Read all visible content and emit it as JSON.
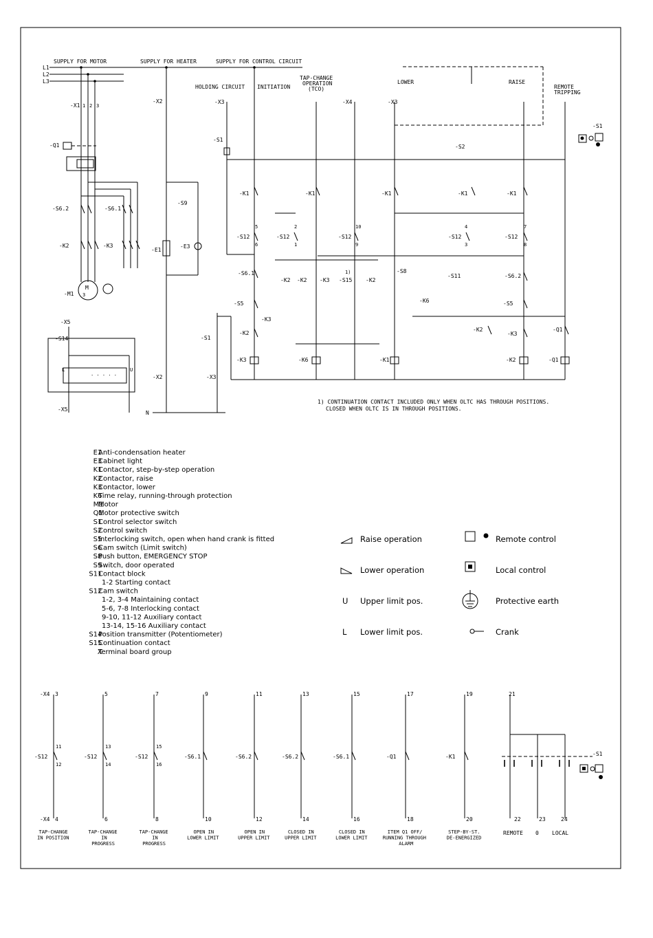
{
  "power": {
    "lines": [
      "L1",
      "L2",
      "L3",
      "N"
    ],
    "supply_motor": "SUPPLY FOR MOTOR",
    "supply_heater": "SUPPLY FOR HEATER",
    "supply_control": "SUPPLY FOR CONTROL CIRCUIT"
  },
  "headings": {
    "holding": "HOLDING CIRCUIT",
    "initiation": "INITIATION",
    "tco1": "TAP-CHANGE",
    "tco2": "OPERATION",
    "tco3": "(TCO)",
    "lower": "LOWER",
    "raise": "RAISE",
    "remote1": "REMOTE",
    "remote2": "TRIPPING"
  },
  "tags": {
    "x1": "-X1",
    "x2": "-X2",
    "x3": "-X3",
    "x4": "-X4",
    "x5": "-X5",
    "q1": "-Q1",
    "s1": "-S1",
    "s2": "-S2",
    "k1": "-K1",
    "k2": "-K2",
    "k3": "-K3",
    "k6": "-K6",
    "s12": "-S12",
    "s61": "-S6.1",
    "s62": "-S6.2",
    "s5": "-S5",
    "s8": "-S8",
    "s9": "-S9",
    "s11": "-S11",
    "s15": "-S15",
    "e1": "-E1",
    "e3": "-E3",
    "m1": "-M1",
    "s14": "-S14",
    "m": "M",
    "three": "3",
    "q1coil": "-Q1"
  },
  "numbers": {
    "n1": "1",
    "n2": "2",
    "n3": "3",
    "n4": "4",
    "n5": "5",
    "n6": "6",
    "n7": "7",
    "n8": "8",
    "n9": "9",
    "n10": "10",
    "n11": "11",
    "n12": "12",
    "n13": "13",
    "n14": "14",
    "n15": "15",
    "n16": "16",
    "n17": "17",
    "n18": "18",
    "n19": "19",
    "n20": "20",
    "n21": "21",
    "n22": "22",
    "n23": "23",
    "n24": "24",
    "upper": "U",
    "lowerl": "L",
    "dots": "· · · · ·",
    "note1": "1)"
  },
  "footnote": [
    "1) CONTINUATION CONTACT INCLUDED ONLY WHEN OLTC HAS THROUGH POSITIONS.",
    "CLOSED WHEN OLTC IS IN THROUGH POSITIONS."
  ],
  "legend": [
    {
      "code": "E1",
      "text": "Anti-condensation heater"
    },
    {
      "code": "E3",
      "text": "Cabinet light"
    },
    {
      "code": "K1",
      "text": "Contactor, step-by-step operation"
    },
    {
      "code": "K2",
      "text": "Contactor, raise"
    },
    {
      "code": "K3",
      "text": "Contactor, lower"
    },
    {
      "code": "K6",
      "text": "Time relay, running-through protection"
    },
    {
      "code": "M1",
      "text": "Motor"
    },
    {
      "code": "Q1",
      "text": "Motor protective switch"
    },
    {
      "code": "S1",
      "text": "Control selector switch"
    },
    {
      "code": "S2",
      "text": "Control switch"
    },
    {
      "code": "S5",
      "text": "Interlocking switch, open when hand crank is fitted"
    },
    {
      "code": "S6",
      "text": "Cam switch (Limit switch)"
    },
    {
      "code": "S8",
      "text": "Push button, EMERGENCY STOP"
    },
    {
      "code": "S9",
      "text": "Switch, door operated"
    },
    {
      "code": "S11",
      "text": "Contact block"
    },
    {
      "code": "",
      "text": "1-2 Starting contact"
    },
    {
      "code": "S12",
      "text": "Cam switch"
    },
    {
      "code": "",
      "text": "1-2, 3-4 Maintaining contact"
    },
    {
      "code": "",
      "text": "5-6, 7-8 Interlocking contact"
    },
    {
      "code": "",
      "text": "9-10, 11-12 Auxiliary contact"
    },
    {
      "code": "",
      "text": "13-14, 15-16 Auxiliary contact"
    },
    {
      "code": "S14",
      "text": "Position transmitter (Potentiometer)"
    },
    {
      "code": "S15",
      "text": "Continuation contact"
    },
    {
      "code": "X",
      "text": "Terminal board group"
    }
  ],
  "symbols": {
    "raise": "Raise operation",
    "lower": "Lower operation",
    "upper": "Upper limit pos.",
    "lowerlim": "Lower limit pos.",
    "remote": "Remote control",
    "local": "Local control",
    "earth": "Protective earth",
    "crank": "Crank",
    "u": "U",
    "l": "L"
  },
  "aux_circuits": [
    {
      "tag": "-S12",
      "top": "3",
      "bottom": "4",
      "c1": "11",
      "c2": "12",
      "lines": [
        "TAP-CHANGE",
        "IN POSITION"
      ]
    },
    {
      "tag": "-S12",
      "top": "5",
      "bottom": "6",
      "c1": "13",
      "c2": "14",
      "lines": [
        "TAP-CHANGE",
        "IN",
        "PROGRESS"
      ]
    },
    {
      "tag": "-S12",
      "top": "7",
      "bottom": "8",
      "c1": "15",
      "c2": "16",
      "lines": [
        "TAP-CHANGE",
        "IN",
        "PROGRESS"
      ]
    },
    {
      "tag": "-S6.1",
      "top": "9",
      "bottom": "10",
      "lines": [
        "OPEN IN",
        "LOWER LIMIT"
      ]
    },
    {
      "tag": "-S6.2",
      "top": "11",
      "bottom": "12",
      "lines": [
        "OPEN IN",
        "UPPER LIMIT"
      ]
    },
    {
      "tag": "-S6.2",
      "top": "13",
      "bottom": "14",
      "lines": [
        "CLOSED IN",
        "UPPER LIMIT"
      ]
    },
    {
      "tag": "-S6.1",
      "top": "15",
      "bottom": "16",
      "lines": [
        "CLOSED IN",
        "LOWER LIMIT"
      ]
    },
    {
      "tag": "-Q1",
      "top": "17",
      "bottom": "18",
      "lines": [
        "ITEM Q1 OFF/",
        "RUNNING THROUGH",
        "ALARM"
      ]
    },
    {
      "tag": "-K1",
      "top": "19",
      "bottom": "20",
      "lines": [
        "STEP-BY-ST.",
        "DE-ENERGIZED"
      ]
    }
  ],
  "selector": {
    "tag": "-S1",
    "top": "21",
    "outs": [
      "22",
      "23",
      "24"
    ],
    "names": [
      "REMOTE",
      "0",
      "LOCAL"
    ],
    "x4": "-X4"
  }
}
